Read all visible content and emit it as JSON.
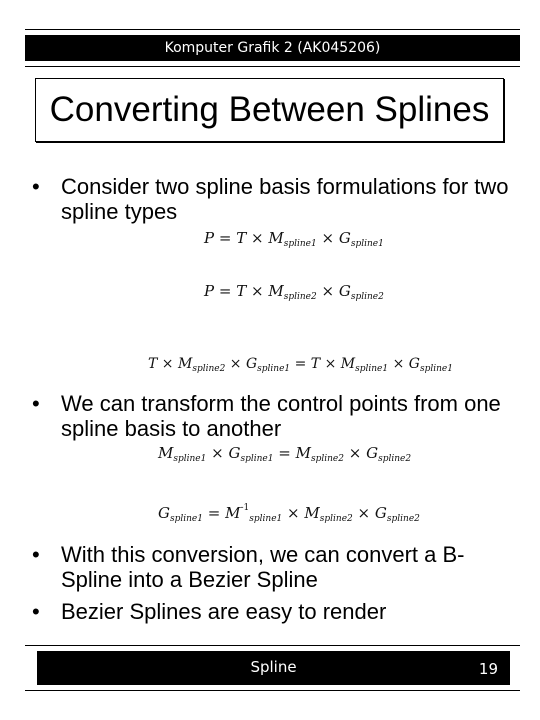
{
  "header": {
    "course": "Komputer Grafik 2 (AK045206)"
  },
  "slide": {
    "title": "Converting Between Splines",
    "bullets": [
      "Consider two spline basis formulations for two spline types",
      "We can transform the control points from one spline basis to another",
      "With this conversion, we can convert a B-Spline into a Bezier Spline",
      "Bezier Splines are easy to render"
    ],
    "bullet_symbol": "•"
  },
  "equations": {
    "eq1": {
      "lhs": "P",
      "eq": "=",
      "T": "T",
      "times": "×",
      "M": "M",
      "G": "G",
      "s1": "spline",
      "i1": "1"
    },
    "eq2": {
      "lhs": "P",
      "eq": "=",
      "T": "T",
      "times": "×",
      "M": "M",
      "G": "G",
      "s1": "spline",
      "i2": "2"
    },
    "eq3": {
      "T": "T",
      "times": "×",
      "M": "M",
      "G": "G",
      "eq": "=",
      "s": "spline",
      "i1": "1",
      "i2": "2"
    },
    "eq4": {
      "M": "M",
      "G": "G",
      "times": "×",
      "eq": "=",
      "s": "spline",
      "i1": "1",
      "i2": "2"
    },
    "eq5": {
      "G": "G",
      "M": "M",
      "times": "×",
      "eq": "=",
      "s": "spline",
      "i1": "1",
      "i2": "2",
      "inv": "-1"
    }
  },
  "footer": {
    "label": "Spline",
    "page": "19"
  }
}
